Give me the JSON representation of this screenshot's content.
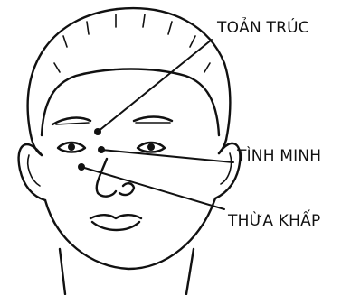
{
  "labels": {
    "toan_truc": "TOẢN TRÚC",
    "tinh_minh": "TÌNH MINH",
    "thua_khap": "THỪA KHẤP"
  },
  "colors": {
    "ink": "#111111",
    "background": "#ffffff"
  }
}
